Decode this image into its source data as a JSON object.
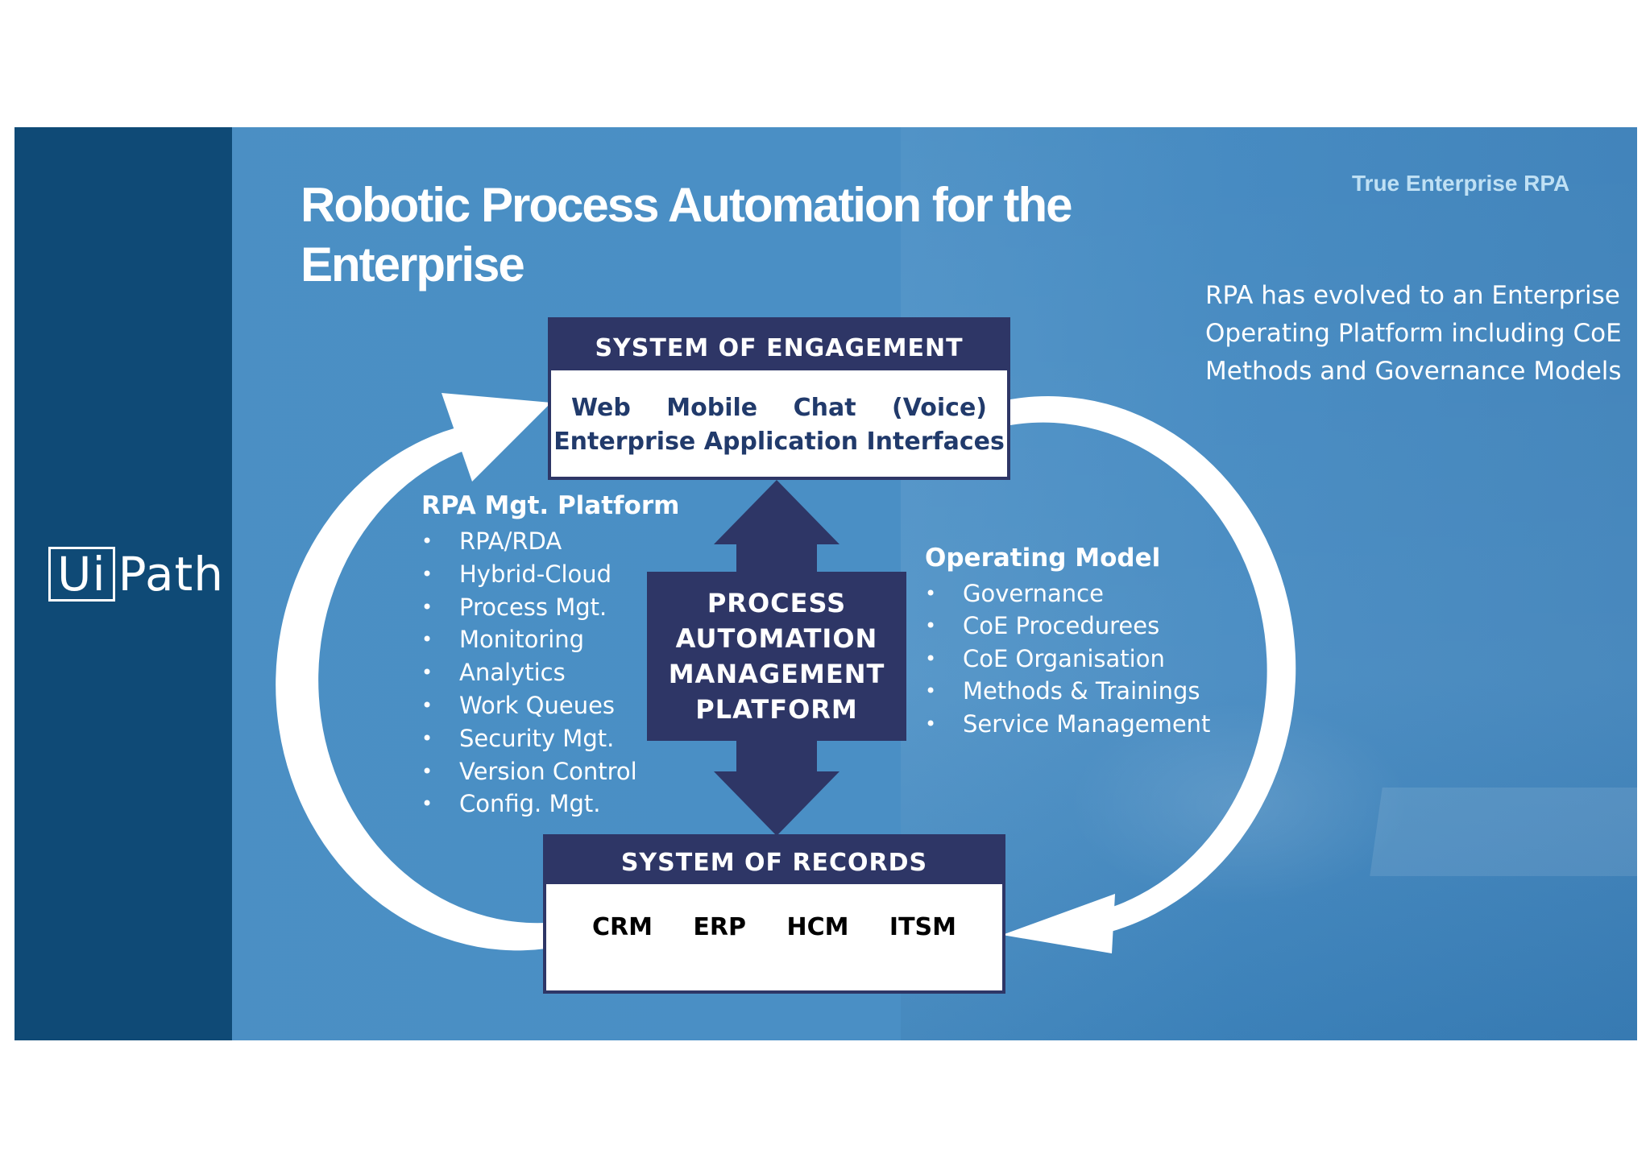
{
  "title": "Robotic Process Automation for the Enterprise",
  "tagline": "True Enterprise RPA",
  "description": "RPA has evolved to an Enterprise Operating Platform including CoE Methods and Governance Models",
  "logo": {
    "ui": "Ui",
    "path": "Path"
  },
  "engagement": {
    "header": "SYSTEM OF ENGAGEMENT",
    "channels": [
      "Web",
      "Mobile",
      "Chat",
      "(Voice)"
    ],
    "subtitle": "Enterprise Application Interfaces"
  },
  "center": [
    "PROCESS",
    "AUTOMATION",
    "MANAGEMENT",
    "PLATFORM"
  ],
  "records": {
    "header": "SYSTEM OF RECORDS",
    "items": [
      "CRM",
      "ERP",
      "HCM",
      "ITSM"
    ]
  },
  "rpa_panel": {
    "heading": "RPA Mgt. Platform",
    "items": [
      "RPA/RDA",
      "Hybrid-Cloud",
      "Process Mgt.",
      "Monitoring",
      "Analytics",
      "Work Queues",
      "Security Mgt.",
      "Version Control",
      "Config. Mgt."
    ]
  },
  "operating_panel": {
    "heading": "Operating Model",
    "items": [
      "Governance",
      "CoE Procedurees",
      "CoE Organisation",
      "Methods & Trainings",
      "Service Management"
    ]
  },
  "colors": {
    "navy": "#2e3666",
    "slide_blue": "#4a8fc5",
    "band_blue": "#0f4a76",
    "tagline": "#bfe0f4"
  },
  "icons": [
    "cycle-arrow-left-icon",
    "cycle-arrow-right-icon",
    "double-arrow-icon"
  ]
}
